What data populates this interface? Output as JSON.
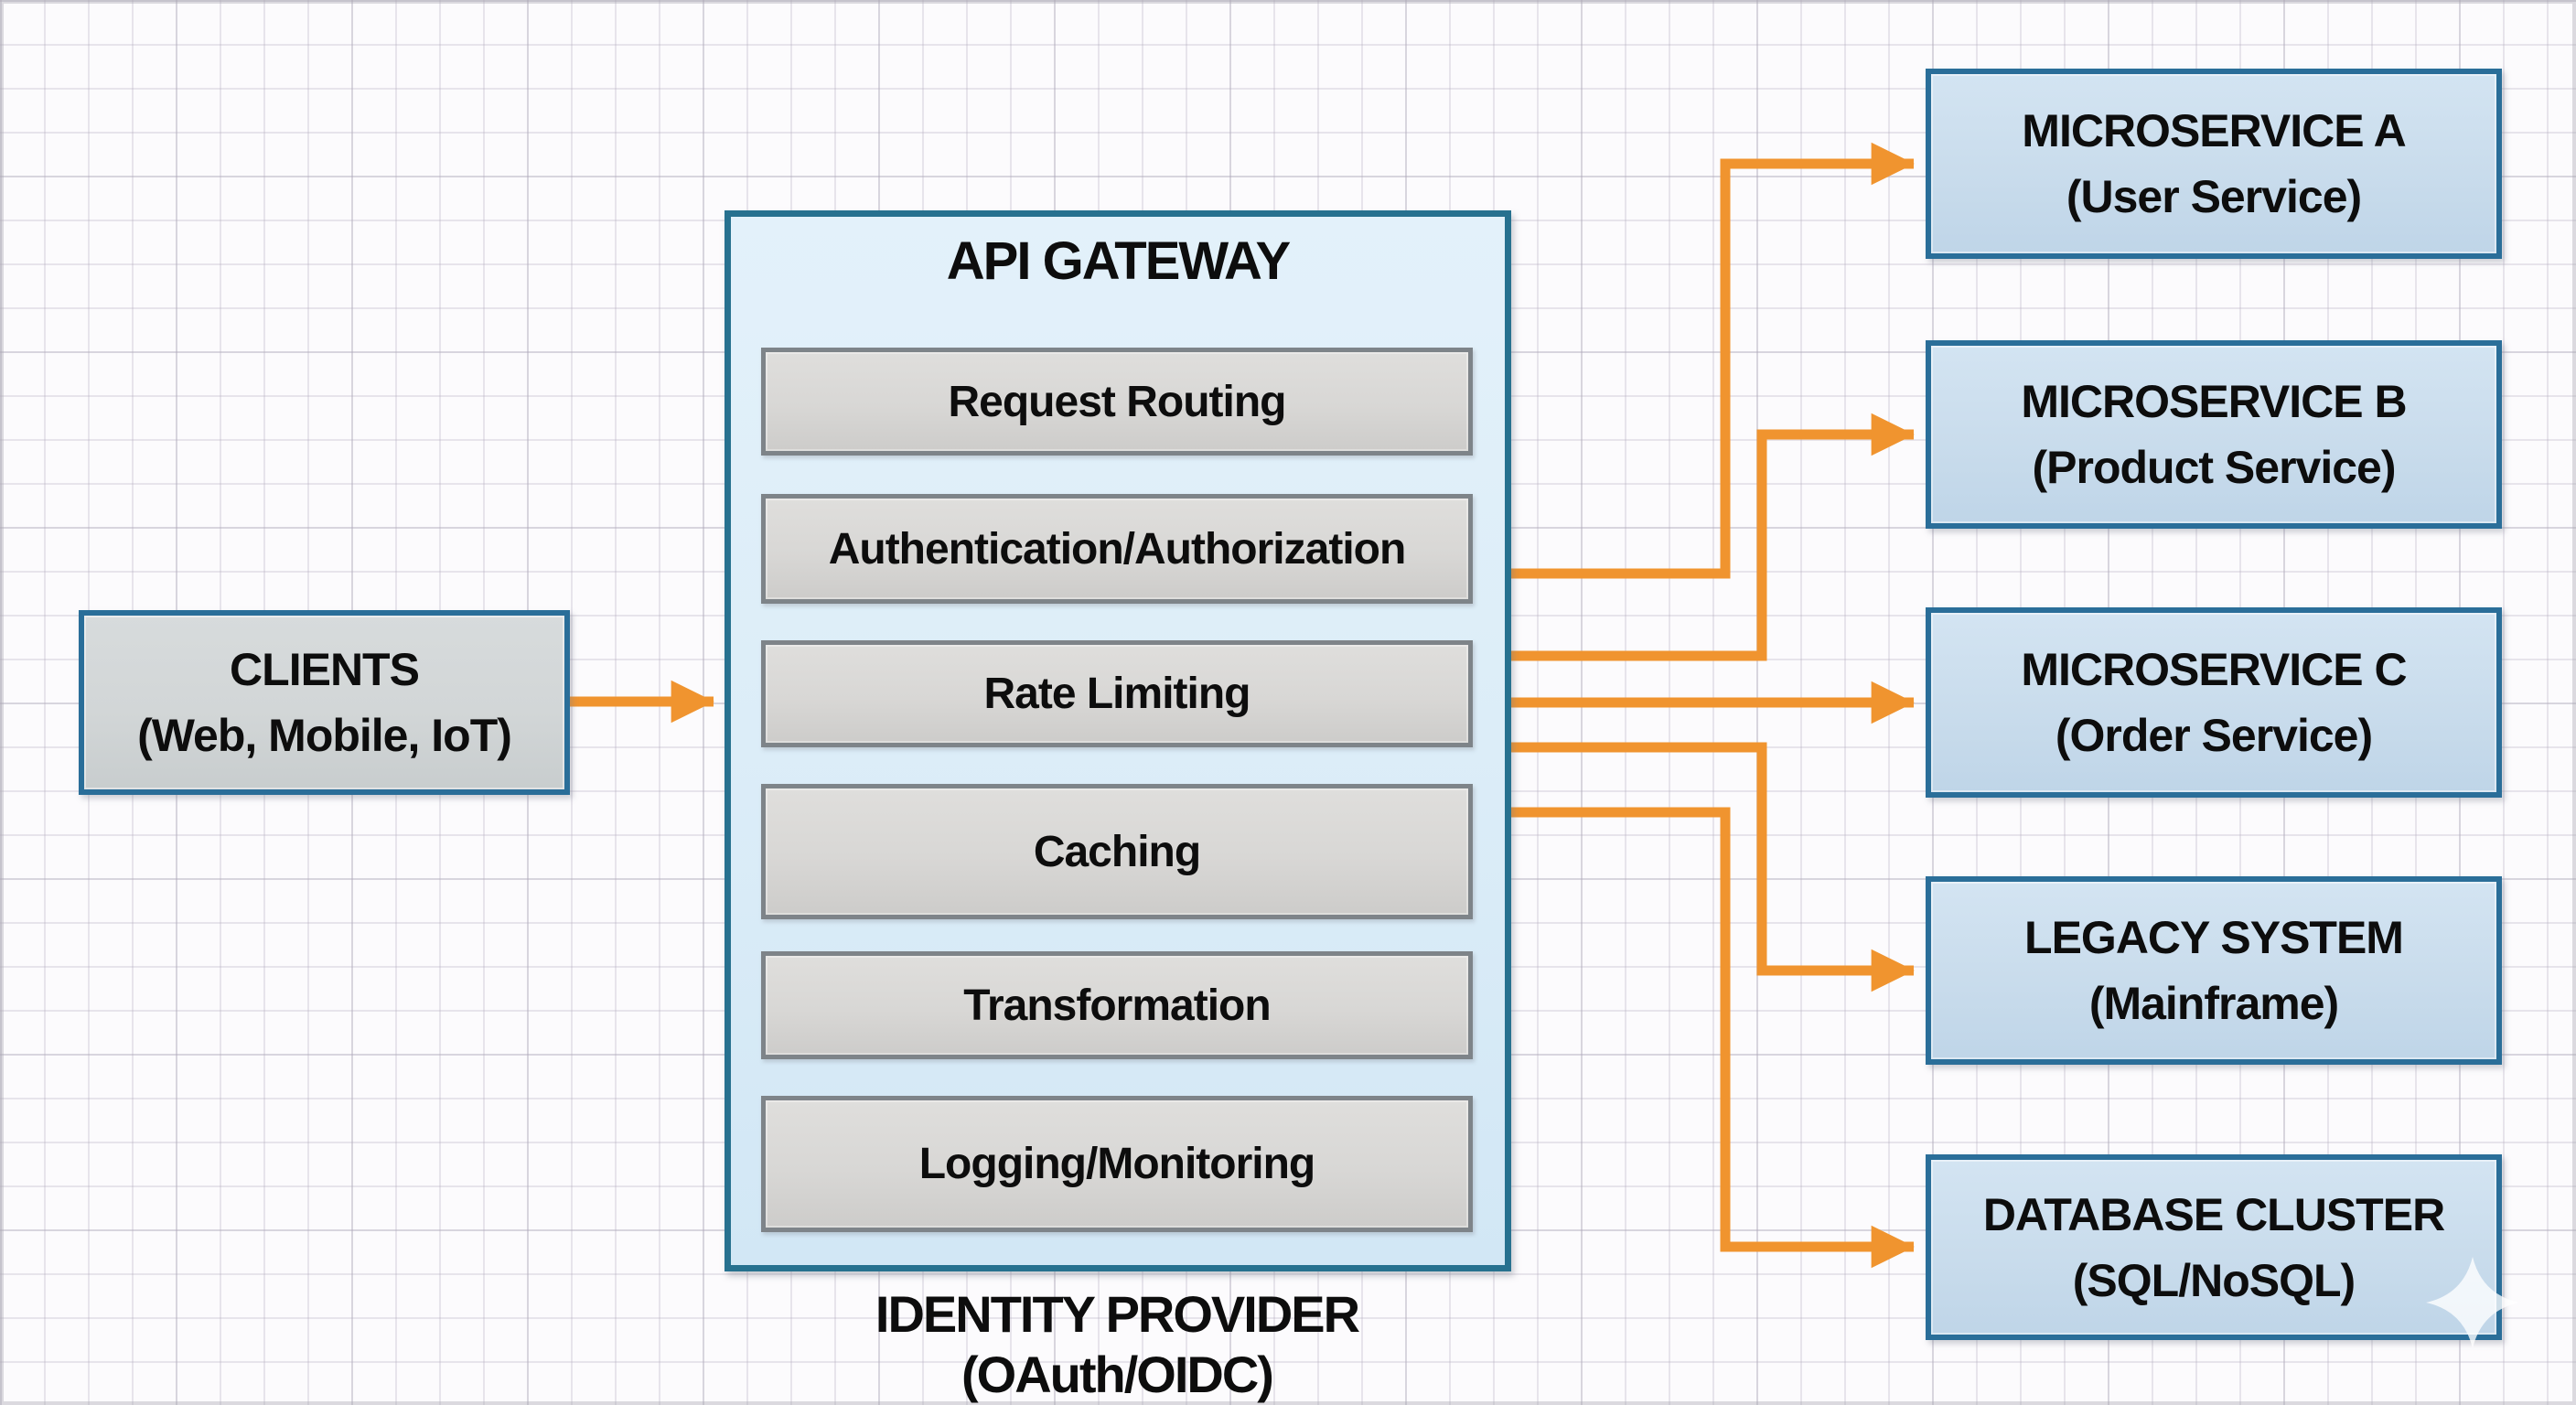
{
  "colors": {
    "arrow": "#F0942F",
    "node_border_blue": "#2A6E99",
    "gateway_border": "#27718F",
    "gateway_fill": "#DCEDF8",
    "target_fill": "#C9DCEC",
    "clients_fill": "#D2D6D7",
    "feature_fill": "#D8D7D5",
    "feature_border": "#7E8489",
    "text": "#0D0D0D",
    "grid_line": "#E6E3EA",
    "background": "#FCFBFD",
    "sparkle": "#FFFFFF"
  },
  "clients": {
    "title": "CLIENTS",
    "subtitle": "(Web, Mobile, IoT)"
  },
  "gateway": {
    "title": "API GATEWAY",
    "features": [
      "Request Routing",
      "Authentication/Authorization",
      "Rate Limiting",
      "Caching",
      "Transformation",
      "Logging/Monitoring"
    ],
    "caption": {
      "line1": "IDENTITY PROVIDER",
      "line2": "(OAuth/OIDC)"
    }
  },
  "targets": [
    {
      "title": "MICROSERVICE A",
      "subtitle": "(User Service)"
    },
    {
      "title": "MICROSERVICE B",
      "subtitle": "(Product Service)"
    },
    {
      "title": "MICROSERVICE C",
      "subtitle": "(Order Service)"
    },
    {
      "title": "LEGACY SYSTEM",
      "subtitle": "(Mainframe)"
    },
    {
      "title": "DATABASE CLUSTER",
      "subtitle": "(SQL/NoSQL)"
    }
  ]
}
